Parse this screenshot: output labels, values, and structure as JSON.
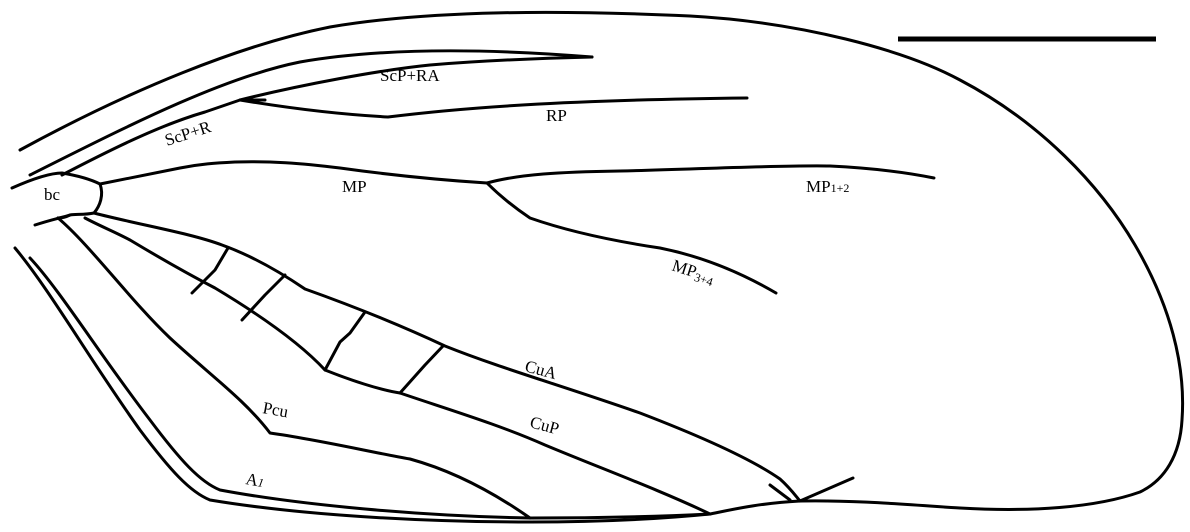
{
  "figure": {
    "type": "insect wing venation diagram",
    "line_color": "#000000",
    "background_color": "#ffffff"
  },
  "labels": {
    "scp_ra": "ScP+RA",
    "scp_r": "ScP+R",
    "rp": "RP",
    "bc": "bc",
    "mp": "MP",
    "mp12_base": "MP",
    "mp12_sub": "1+2",
    "mp34_base": "MP",
    "mp34_sub": "3+4",
    "cua": "CuA",
    "cup": "CuP",
    "pcu": "Pcu",
    "a1_base": "A",
    "a1_sub": "1"
  }
}
